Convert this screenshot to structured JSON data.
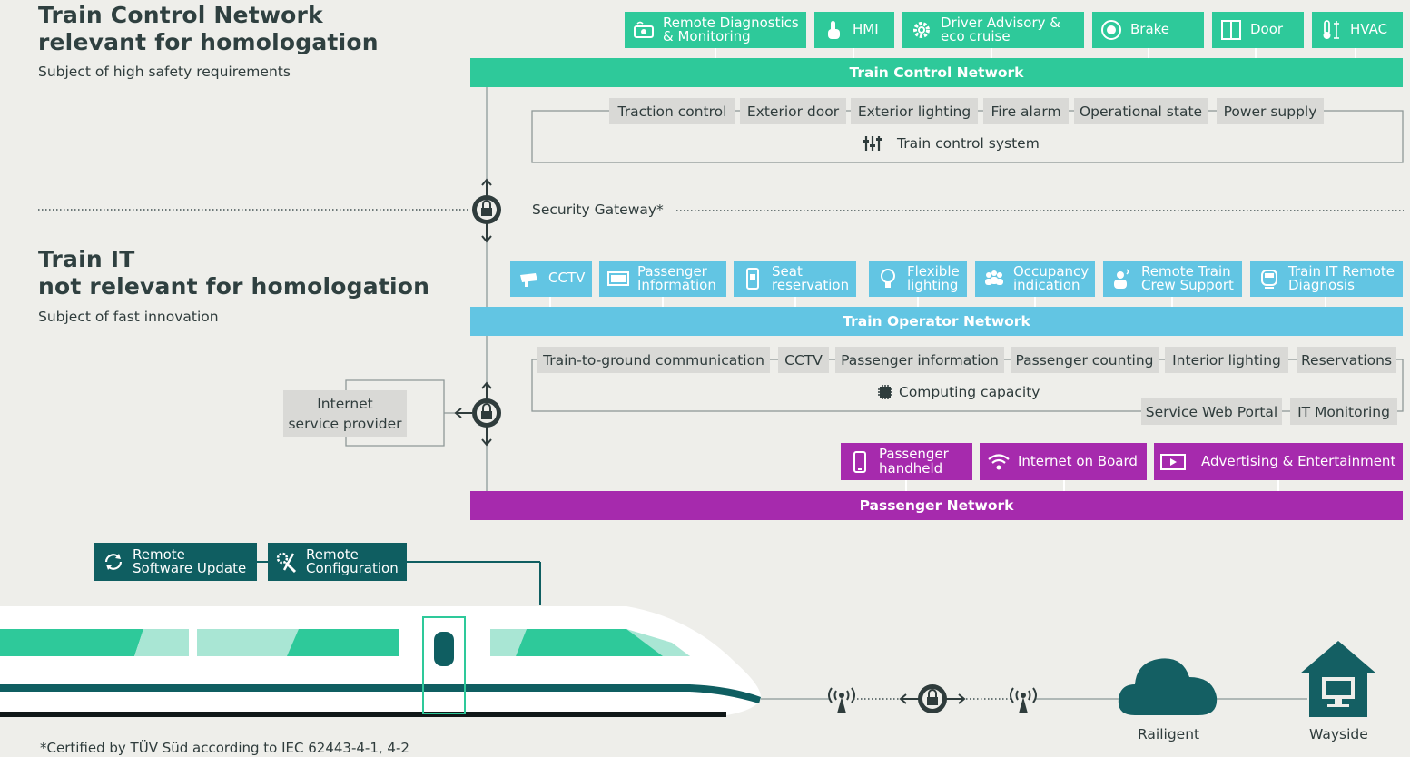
{
  "colors": {
    "train_control_green": "#2ec99a",
    "operator_blue": "#62c5e3",
    "passenger_purple": "#a62aad",
    "dark_teal": "#0f5e61",
    "label_grey": "#d9d9d6",
    "background": "#eeeeea"
  },
  "section_control": {
    "title_line1": "Train Control Network",
    "title_line2": "relevant for homologation",
    "subtitle": "Subject of high safety requirements"
  },
  "section_it": {
    "title_line1": "Train IT",
    "title_line2": "not relevant for homologation",
    "subtitle": "Subject of fast innovation"
  },
  "control_apps": [
    {
      "icon": "diagnostics-icon",
      "line1": "Remote Diagnostics",
      "line2": "& Monitoring"
    },
    {
      "icon": "hand-pointer-icon",
      "line1": "HMI",
      "line2": ""
    },
    {
      "icon": "gear-icon",
      "line1": "Driver Advisory &",
      "line2": "eco cruise"
    },
    {
      "icon": "brake-disc-icon",
      "line1": "Brake",
      "line2": ""
    },
    {
      "icon": "door-icon",
      "line1": "Door",
      "line2": ""
    },
    {
      "icon": "thermometer-icon",
      "line1": "HVAC",
      "line2": ""
    }
  ],
  "train_control_network": "Train Control Network",
  "control_functions": [
    "Traction control",
    "Exterior door",
    "Exterior lighting",
    "Fire alarm",
    "Operational state",
    "Power supply"
  ],
  "train_control_system": {
    "icon": "control-sliders-icon",
    "label": "Train control system"
  },
  "security_gateway": "Security Gateway*",
  "operator_apps": [
    {
      "icon": "cctv-camera-icon",
      "line1": "CCTV",
      "line2": ""
    },
    {
      "icon": "info-display-icon",
      "line1": "Passenger",
      "line2": "Information"
    },
    {
      "icon": "phone-ticket-icon",
      "line1": "Seat",
      "line2": "reservation"
    },
    {
      "icon": "lightbulb-icon",
      "line1": "Flexible",
      "line2": "lighting"
    },
    {
      "icon": "people-icon",
      "line1": "Occupancy",
      "line2": "indication"
    },
    {
      "icon": "crew-person-icon",
      "line1": "Remote Train",
      "line2": "Crew Support"
    },
    {
      "icon": "train-diagnosis-icon",
      "line1": "Train IT Remote",
      "line2": "Diagnosis"
    }
  ],
  "train_operator_network": "Train Operator Network",
  "operator_functions": [
    "Train-to-ground communication",
    "CCTV",
    "Passenger information",
    "Passenger counting",
    "Interior lighting",
    "Reservations"
  ],
  "computing_capacity": {
    "icon": "chip-icon",
    "label": "Computing capacity"
  },
  "operator_services": [
    "Service Web Portal",
    "IT Monitoring"
  ],
  "isp": {
    "line1": "Internet",
    "line2": "service provider"
  },
  "passenger_apps": [
    {
      "icon": "handheld-icon",
      "line1": "Passenger",
      "line2": "handheld"
    },
    {
      "icon": "wifi-icon",
      "line1": "Internet on Board",
      "line2": ""
    },
    {
      "icon": "play-screen-icon",
      "line1": "Advertising & Entertainment",
      "line2": ""
    }
  ],
  "passenger_network": "Passenger Network",
  "remote_tools": [
    {
      "icon": "sync-update-icon",
      "line1": "Remote",
      "line2": "Software Update"
    },
    {
      "icon": "tools-icon",
      "line1": "Remote",
      "line2": "Configuration"
    }
  ],
  "ground": {
    "cloud_label": "Railigent",
    "wayside_label": "Wayside"
  },
  "footnote": "*Certified by TÜV Süd according to IEC 62443-4-1, 4-2"
}
